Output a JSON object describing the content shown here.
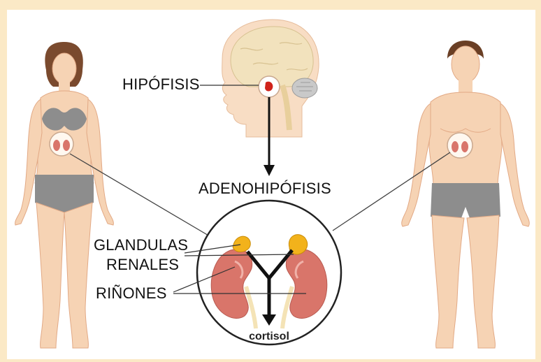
{
  "labels": {
    "hipofisis": "HIPÓFISIS",
    "adenohipofisis": "ADENOHIPÓFISIS",
    "glandulas_line1": "GLANDULAS",
    "glandulas_line2": "RENALES",
    "rinones": "RIÑONES",
    "cortisol": "cortisol"
  },
  "colors": {
    "background": "#fbe9c6",
    "panel": "#ffffff",
    "skin": "#f6d3b4",
    "skin_outline": "#e2a985",
    "underwear": "#8d8d8d",
    "kidney": "#d9756a",
    "adrenal_gland": "#f2b21b",
    "arrow": "#111111",
    "pituitary": "#d0231b"
  }
}
